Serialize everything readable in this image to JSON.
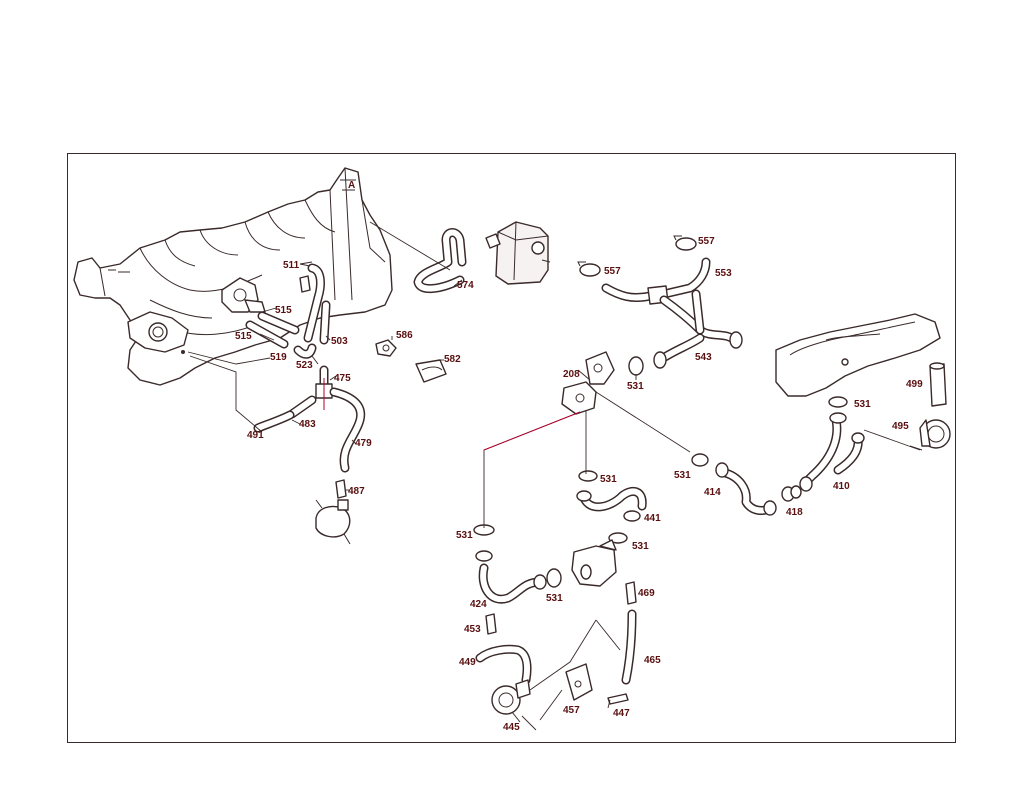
{
  "callouts": {
    "c208": "208",
    "c410": "410",
    "c414": "414",
    "c418": "418",
    "c424": "424",
    "c441": "441",
    "c445": "445",
    "c447": "447",
    "c449": "449",
    "c453": "453",
    "c457": "457",
    "c465": "465",
    "c469": "469",
    "c475": "475",
    "c479": "479",
    "c483": "483",
    "c487": "487",
    "c491": "491",
    "c495": "495",
    "c499": "499",
    "c503": "503",
    "c511": "511",
    "c515a": "515",
    "c515b": "515",
    "c519": "519",
    "c523": "523",
    "c531a": "531",
    "c531b": "531",
    "c531c": "531",
    "c531d": "531",
    "c531e": "531",
    "c531f": "531",
    "c531g": "531",
    "c543": "543",
    "c553": "553",
    "c557a": "557",
    "c557b": "557",
    "c574": "574",
    "c582": "582",
    "c586": "586"
  },
  "colors": {
    "line": "#3a2a2a",
    "callout_text": "#5a1010",
    "leader_accent": "#b3002d",
    "background": "#ffffff"
  }
}
